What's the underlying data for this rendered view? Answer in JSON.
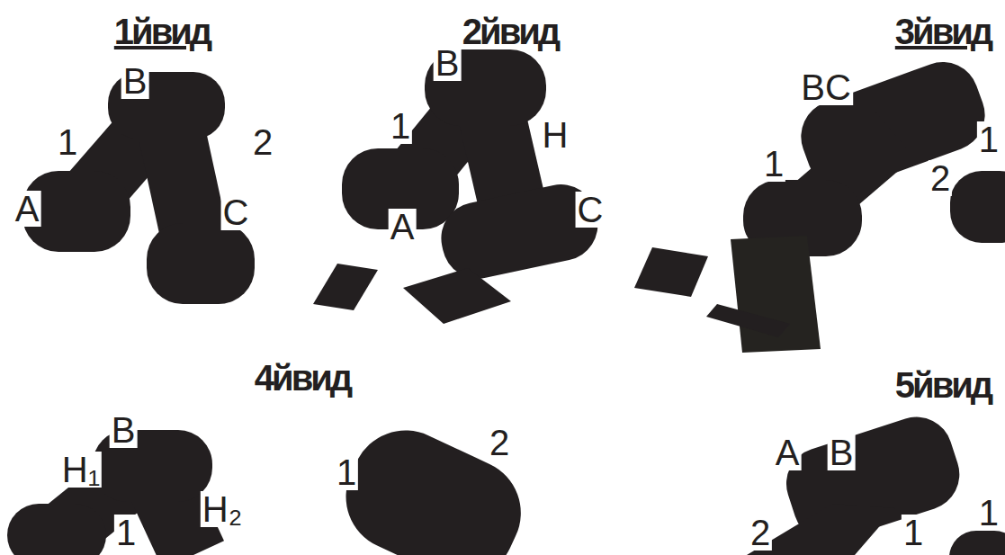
{
  "diagram": {
    "labels": [
      "1йвид",
      "2йвид",
      "3йвид",
      "4йвид",
      "5йвид",
      "B",
      "1",
      "2",
      "A",
      "C",
      "B",
      "1",
      "H",
      "A",
      "C",
      "BC",
      "1",
      "2",
      "1",
      "B",
      "H₁",
      "H₂",
      "1",
      "1",
      "2",
      "A",
      "B",
      "2",
      "1",
      "1"
    ]
  }
}
